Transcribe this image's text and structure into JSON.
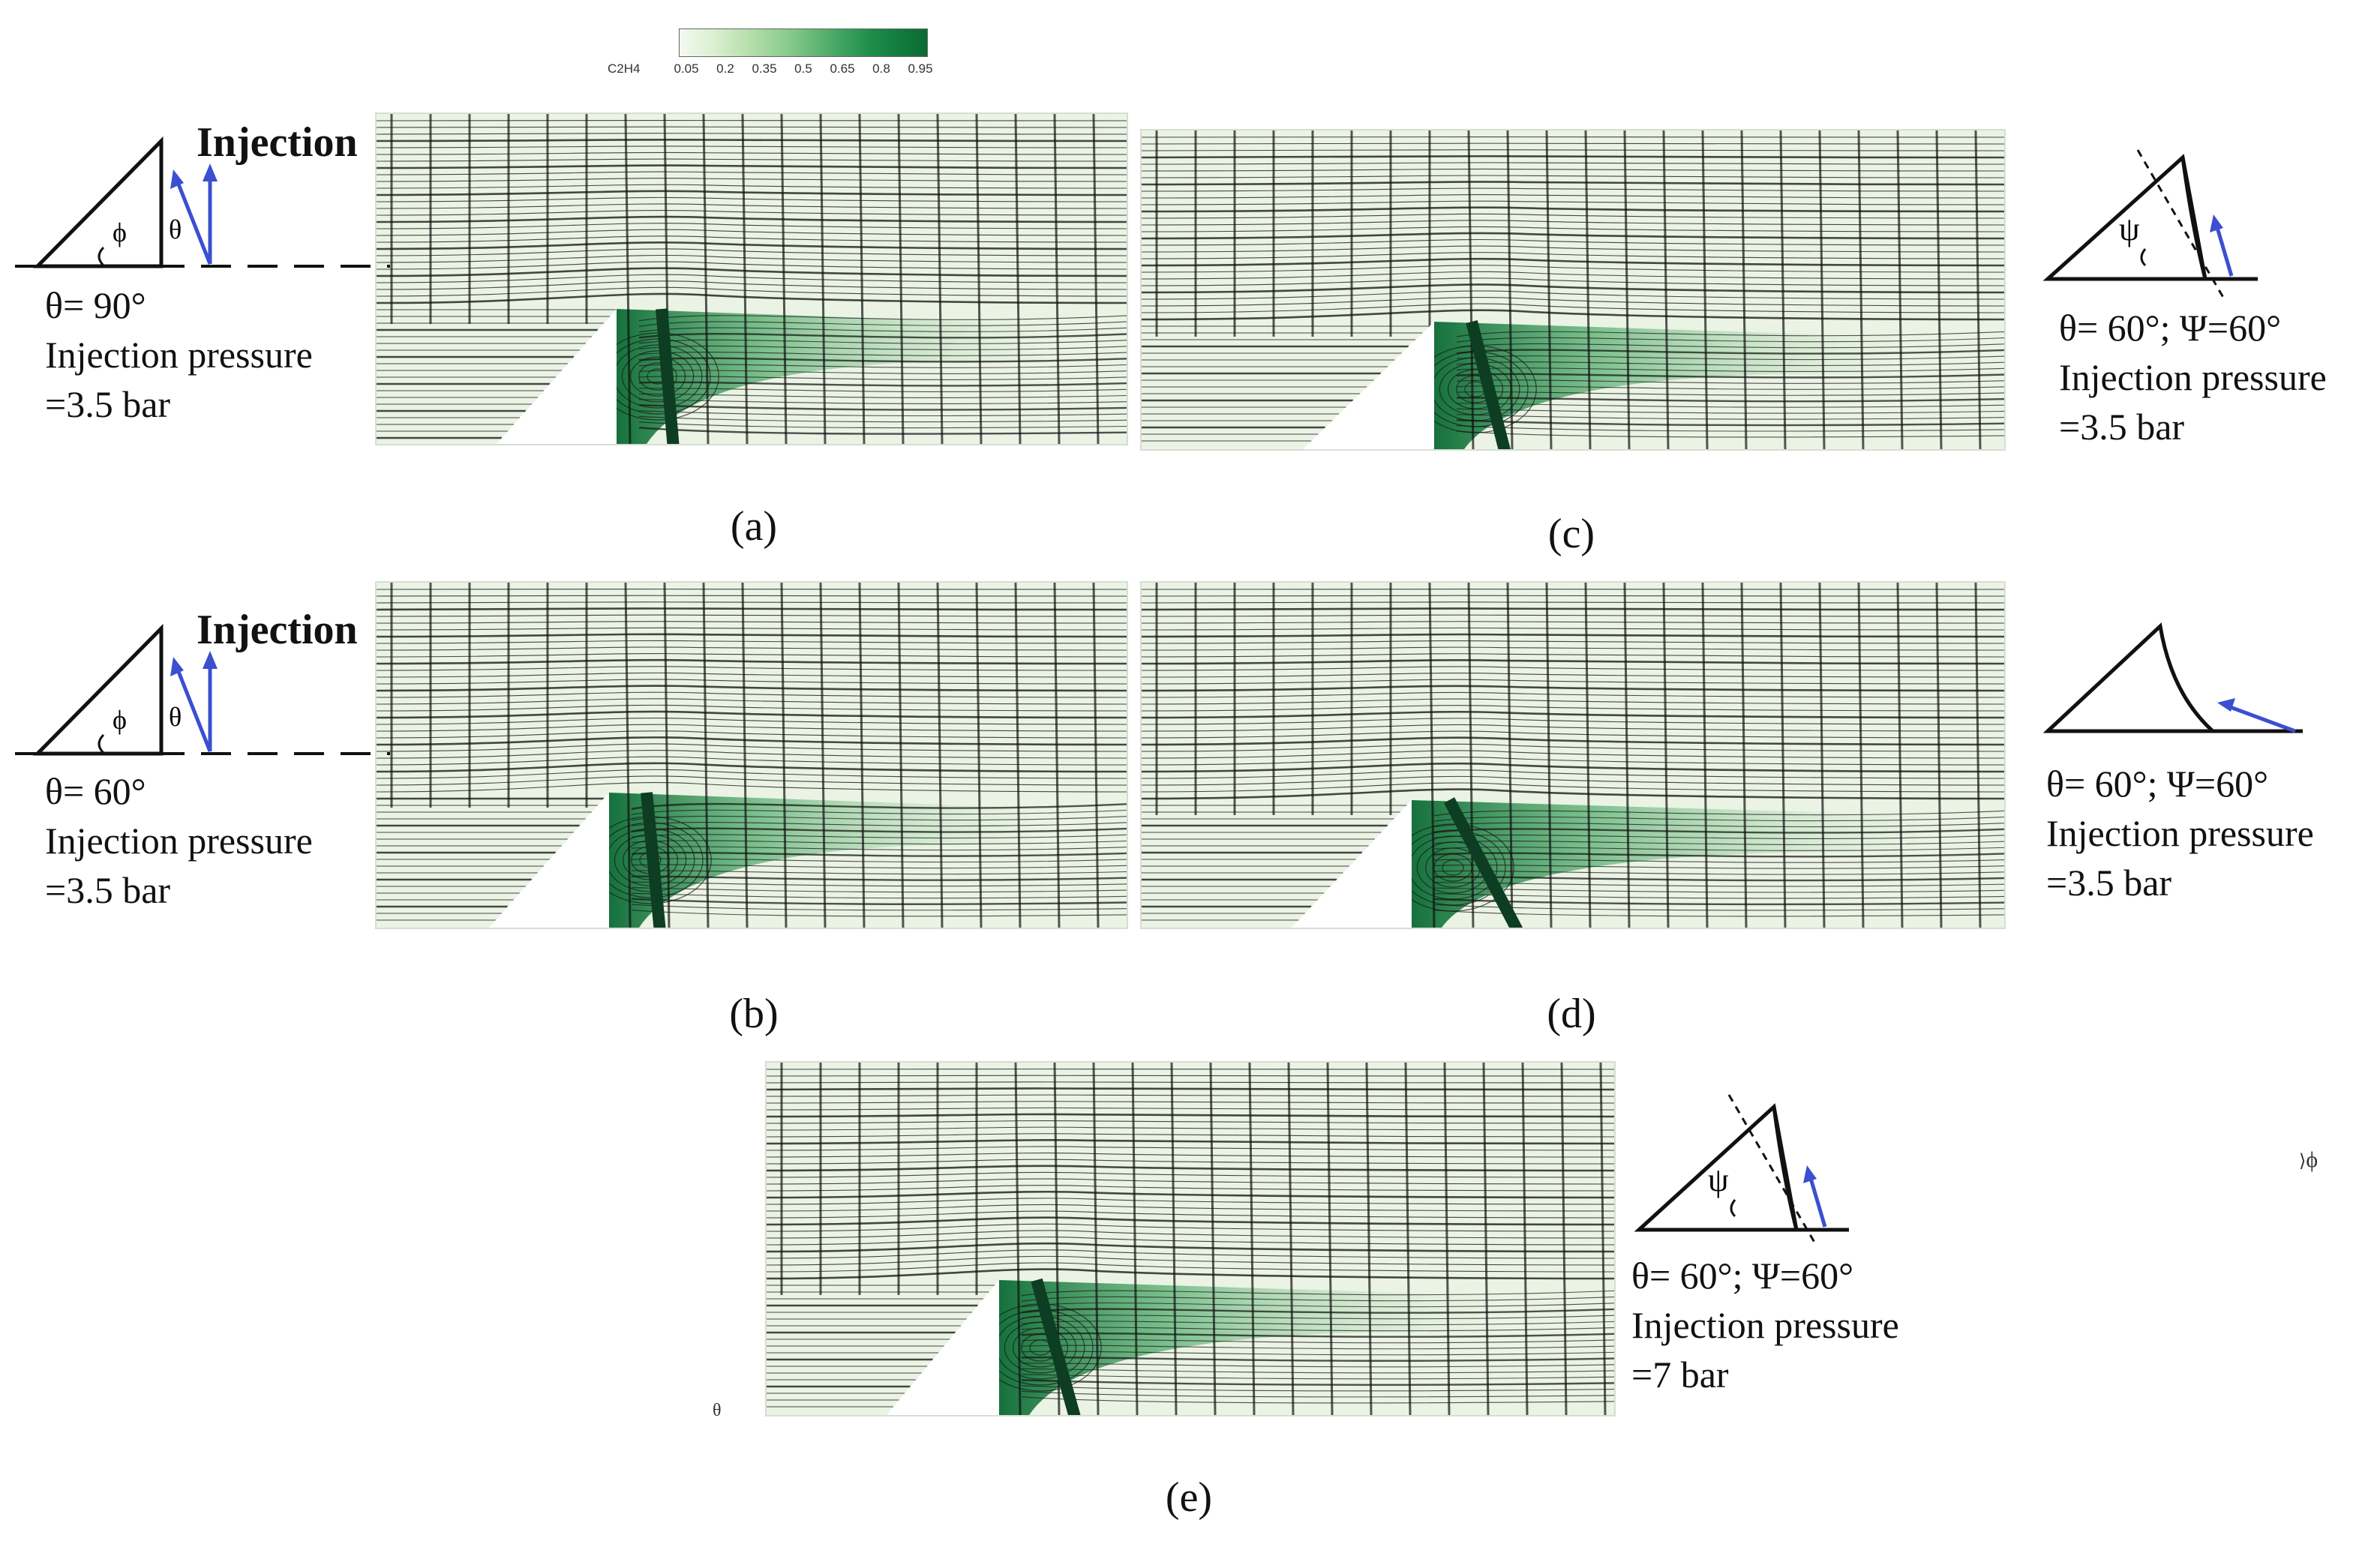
{
  "colorbar": {
    "title": "C2H4",
    "ticks": [
      "0.05",
      "0.2",
      "0.35",
      "0.5",
      "0.65",
      "0.8",
      "0.95"
    ],
    "colors": [
      "#f4faf1",
      "#0a6a33"
    ]
  },
  "panels": [
    {
      "id": "a",
      "caption": "(a)",
      "heading": "Injection",
      "params": [
        "θ= 90°",
        "Injection pressure",
        "=3.5 bar"
      ],
      "sketch_labels": [
        "ϕ",
        "θ"
      ]
    },
    {
      "id": "b",
      "caption": "(b)",
      "heading": "Injection",
      "params": [
        "θ= 60°",
        "Injection pressure",
        "=3.5 bar"
      ],
      "sketch_labels": [
        "ϕ",
        "θ"
      ]
    },
    {
      "id": "c",
      "caption": "(c)",
      "params": [
        "θ= 60°; Ψ=60°",
        "Injection pressure",
        "=3.5 bar"
      ],
      "sketch_labels": [
        "ψ"
      ]
    },
    {
      "id": "d",
      "caption": "(d)",
      "params": [
        "θ= 60°; Ψ=60°",
        "Injection pressure",
        "=3.5 bar"
      ]
    },
    {
      "id": "e",
      "caption": "(e)",
      "params": [
        "θ= 60°; Ψ=60°",
        "Injection pressure",
        "=7 bar"
      ],
      "sketch_labels": [
        "ψ"
      ]
    }
  ],
  "stray_labels": {
    "phi": "ϕ",
    "theta": "θ"
  },
  "colors": {
    "streamline": "#1a1a1a",
    "fuel": "#1d8c49",
    "arrow": "#3b4fd0",
    "background": "#eaf3e4"
  }
}
